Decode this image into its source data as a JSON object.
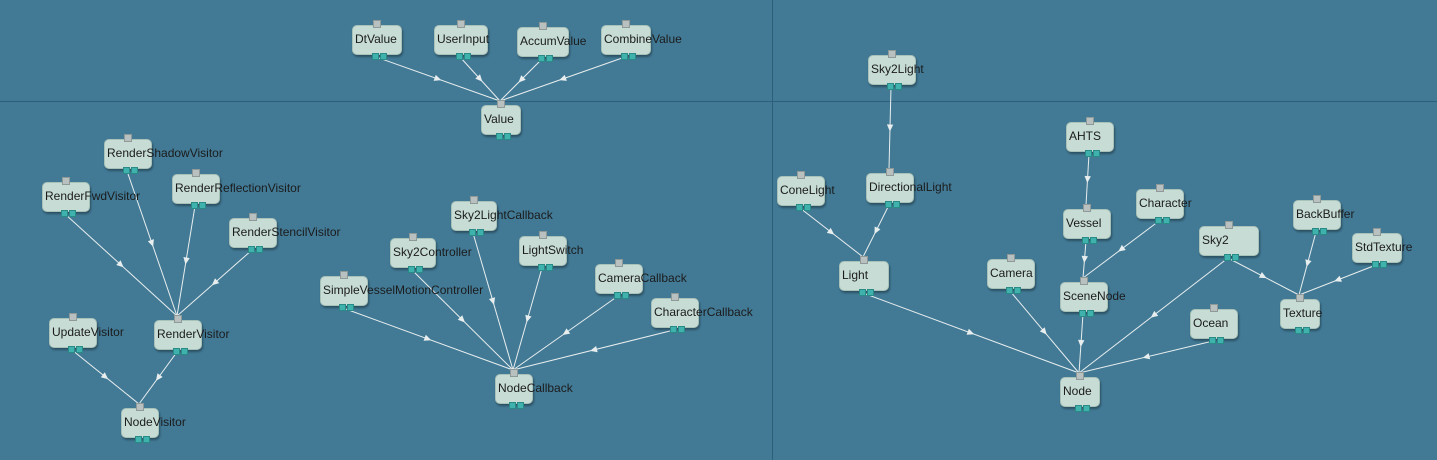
{
  "graph": {
    "nodes": [
      {
        "id": "DtValue",
        "label": "DtValue"
      },
      {
        "id": "UserInput",
        "label": "UserInput"
      },
      {
        "id": "AccumValue",
        "label": "AccumValue"
      },
      {
        "id": "CombineValue",
        "label": "CombineValue"
      },
      {
        "id": "Value",
        "label": "Value"
      },
      {
        "id": "RenderShadowVisitor",
        "label": "RenderShadowVisitor"
      },
      {
        "id": "RenderFwdVisitor",
        "label": "RenderFwdVisitor"
      },
      {
        "id": "RenderReflectionVisitor",
        "label": "RenderReflectionVisitor"
      },
      {
        "id": "RenderStencilVisitor",
        "label": "RenderStencilVisitor"
      },
      {
        "id": "UpdateVisitor",
        "label": "UpdateVisitor"
      },
      {
        "id": "RenderVisitor",
        "label": "RenderVisitor"
      },
      {
        "id": "NodeVisitor",
        "label": "NodeVisitor"
      },
      {
        "id": "Sky2LightCallback",
        "label": "Sky2LightCallback"
      },
      {
        "id": "Sky2Controller",
        "label": "Sky2Controller"
      },
      {
        "id": "LightSwitch",
        "label": "LightSwitch"
      },
      {
        "id": "CameraCallback",
        "label": "CameraCallback"
      },
      {
        "id": "SimpleVesselMotionController",
        "label": "SimpleVesselMotionController"
      },
      {
        "id": "CharacterCallback",
        "label": "CharacterCallback"
      },
      {
        "id": "NodeCallback",
        "label": "NodeCallback"
      },
      {
        "id": "Sky2Light",
        "label": "Sky2Light"
      },
      {
        "id": "ConeLight",
        "label": "ConeLight"
      },
      {
        "id": "DirectionalLight",
        "label": "DirectionalLight"
      },
      {
        "id": "Light",
        "label": "Light"
      },
      {
        "id": "AHTS",
        "label": "AHTS"
      },
      {
        "id": "Vessel",
        "label": "Vessel"
      },
      {
        "id": "Character",
        "label": "Character"
      },
      {
        "id": "Camera",
        "label": "Camera"
      },
      {
        "id": "SceneNode",
        "label": "SceneNode"
      },
      {
        "id": "Sky2",
        "label": "Sky2"
      },
      {
        "id": "BackBuffer",
        "label": "BackBuffer"
      },
      {
        "id": "StdTexture",
        "label": "StdTexture"
      },
      {
        "id": "Texture",
        "label": "Texture"
      },
      {
        "id": "Ocean",
        "label": "Ocean"
      },
      {
        "id": "Node",
        "label": "Node"
      }
    ],
    "edges": [
      [
        "DtValue",
        "Value"
      ],
      [
        "UserInput",
        "Value"
      ],
      [
        "AccumValue",
        "Value"
      ],
      [
        "CombineValue",
        "Value"
      ],
      [
        "RenderShadowVisitor",
        "RenderVisitor"
      ],
      [
        "RenderFwdVisitor",
        "RenderVisitor"
      ],
      [
        "RenderReflectionVisitor",
        "RenderVisitor"
      ],
      [
        "RenderStencilVisitor",
        "RenderVisitor"
      ],
      [
        "UpdateVisitor",
        "NodeVisitor"
      ],
      [
        "RenderVisitor",
        "NodeVisitor"
      ],
      [
        "Sky2LightCallback",
        "NodeCallback"
      ],
      [
        "Sky2Controller",
        "NodeCallback"
      ],
      [
        "LightSwitch",
        "NodeCallback"
      ],
      [
        "CameraCallback",
        "NodeCallback"
      ],
      [
        "SimpleVesselMotionController",
        "NodeCallback"
      ],
      [
        "CharacterCallback",
        "NodeCallback"
      ],
      [
        "Sky2Light",
        "DirectionalLight"
      ],
      [
        "ConeLight",
        "Light"
      ],
      [
        "DirectionalLight",
        "Light"
      ],
      [
        "AHTS",
        "Vessel"
      ],
      [
        "Vessel",
        "SceneNode"
      ],
      [
        "Character",
        "SceneNode"
      ],
      [
        "BackBuffer",
        "Texture"
      ],
      [
        "StdTexture",
        "Texture"
      ],
      [
        "Sky2",
        "Texture"
      ],
      [
        "Light",
        "Node"
      ],
      [
        "Camera",
        "Node"
      ],
      [
        "SceneNode",
        "Node"
      ],
      [
        "Sky2",
        "Node"
      ],
      [
        "Ocean",
        "Node"
      ]
    ]
  },
  "colors": {
    "background": "#427a96",
    "node_fill": "#c6dcd4",
    "edge": "#e8eeee",
    "output_pin": "#3fb2ad"
  }
}
